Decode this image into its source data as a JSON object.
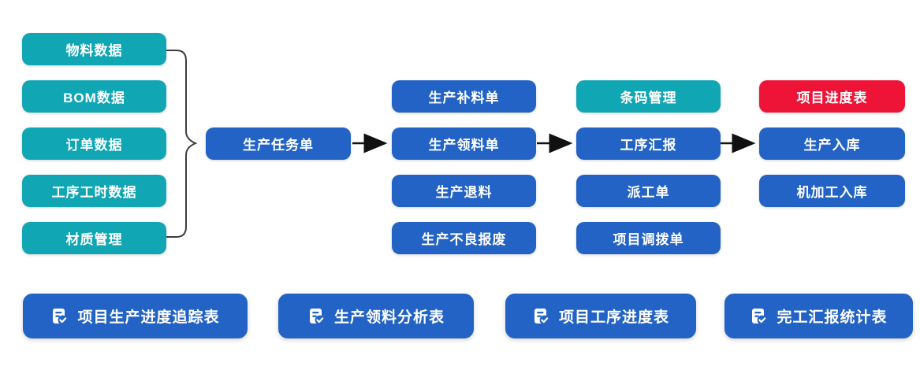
{
  "colors": {
    "teal": "#11a6b4",
    "blue": "#2363c5",
    "red": "#ed1437",
    "arrow": "#111111",
    "brace": "#3d3d3d"
  },
  "flow": {
    "sources": [
      {
        "label": "物料数据"
      },
      {
        "label": "BOM数据"
      },
      {
        "label": "订单数据"
      },
      {
        "label": "工序工时数据"
      },
      {
        "label": "材质管理"
      }
    ],
    "task": {
      "label": "生产任务单"
    },
    "materials": [
      {
        "label": "生产补料单"
      },
      {
        "label": "生产领料单"
      },
      {
        "label": "生产退料"
      },
      {
        "label": "生产不良报废"
      }
    ],
    "process": [
      {
        "label": "条码管理"
      },
      {
        "label": "工序汇报"
      },
      {
        "label": "派工单"
      },
      {
        "label": "项目调拨单"
      }
    ],
    "output": [
      {
        "label": "项目进度表"
      },
      {
        "label": "生产入库"
      },
      {
        "label": "机加工入库"
      }
    ],
    "reports": [
      {
        "label": "项目生产进度追踪表"
      },
      {
        "label": "生产领料分析表"
      },
      {
        "label": "项目工序进度表"
      },
      {
        "label": "完工汇报统计表"
      }
    ],
    "report_icon": "document-check-icon"
  }
}
